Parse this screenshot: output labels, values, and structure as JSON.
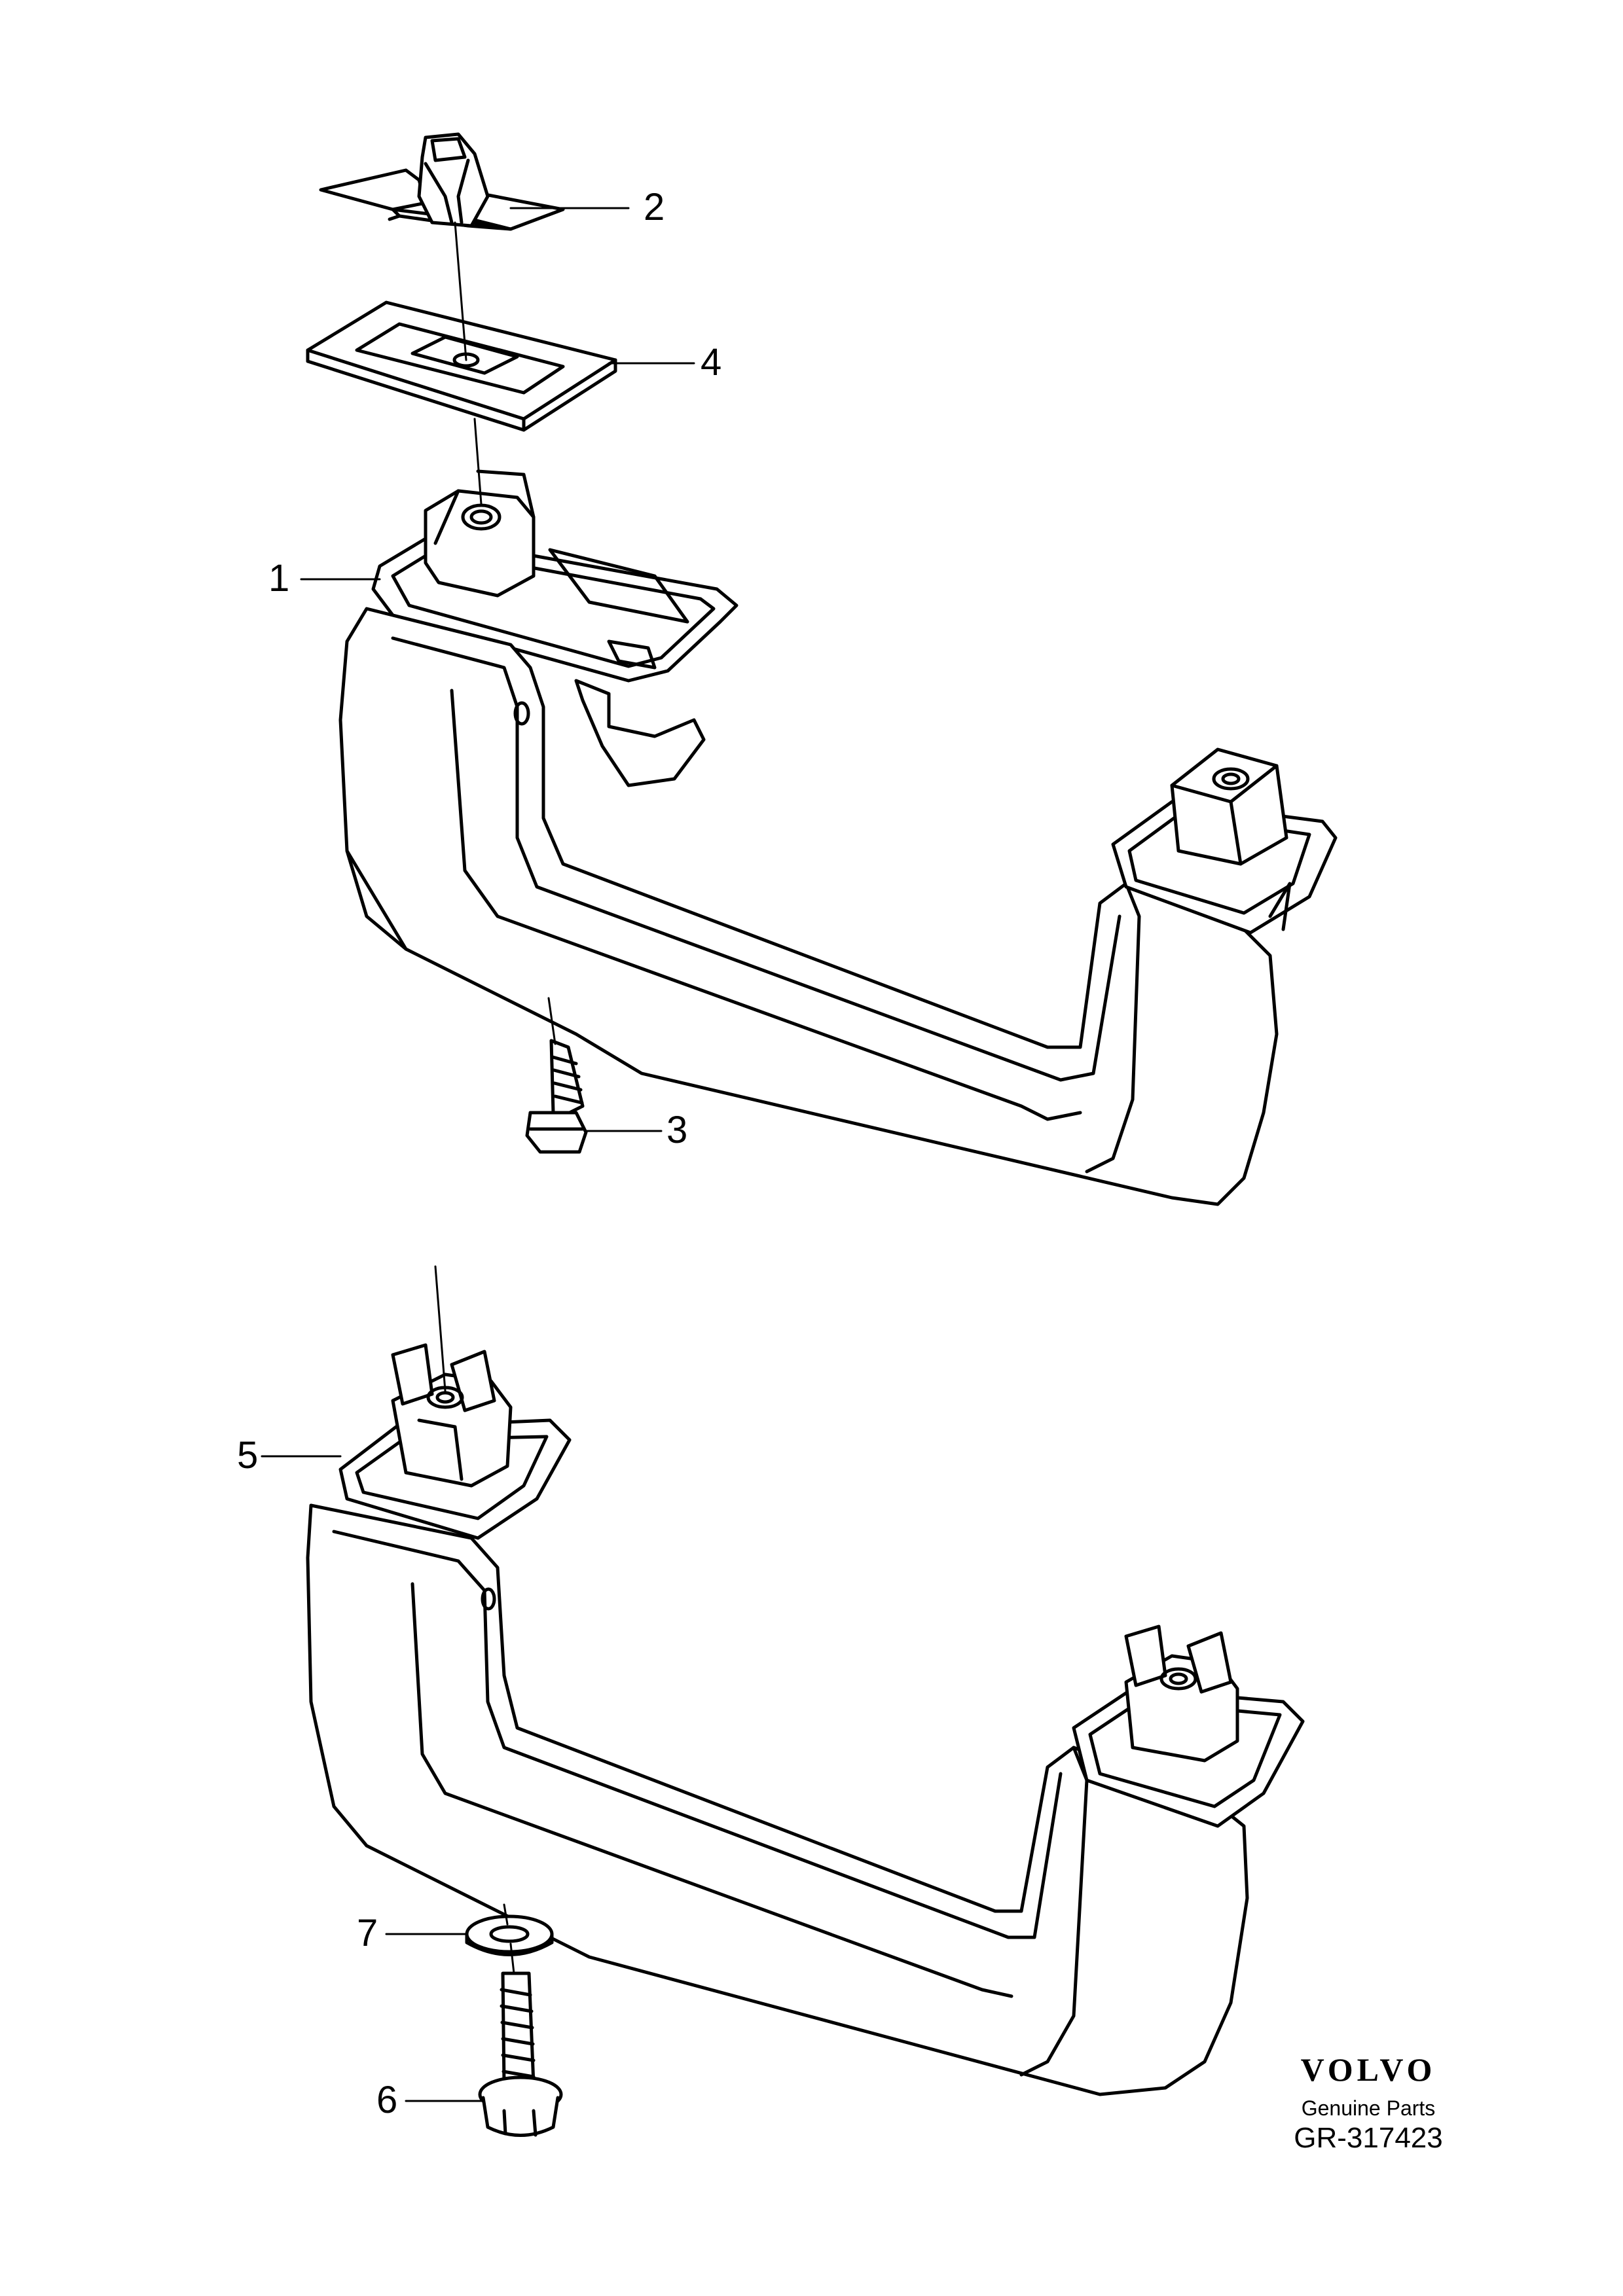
{
  "callouts": {
    "c1": "1",
    "c2": "2",
    "c3": "3",
    "c4": "4",
    "c5": "5",
    "c6": "6",
    "c7": "7"
  },
  "brand": {
    "logo": "VOLVO",
    "subtitle": "Genuine Parts",
    "reference": "GR-317423"
  }
}
